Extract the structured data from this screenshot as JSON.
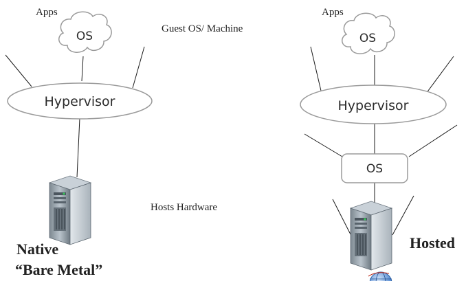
{
  "labels": {
    "guest_os_machine": "Guest OS/ Machine",
    "hosts_hardware": "Hosts Hardware"
  },
  "native": {
    "apps": "Apps",
    "os": "OS",
    "hypervisor": "Hypervisor",
    "title_line1": "Native",
    "title_line2": "“Bare Metal”"
  },
  "hosted": {
    "apps": "Apps",
    "os_guest": "OS",
    "hypervisor": "Hypervisor",
    "os_host": "OS",
    "title": "Hosted"
  },
  "icons": {
    "server": "server-tower-icon",
    "globe": "globe-icon"
  },
  "colors": {
    "shape_stroke": "#9a9a9a",
    "server_body": "#8f9aa3",
    "server_light": "#d7dde2",
    "server_led": "#39c45a",
    "globe": "#2f6fc4"
  }
}
